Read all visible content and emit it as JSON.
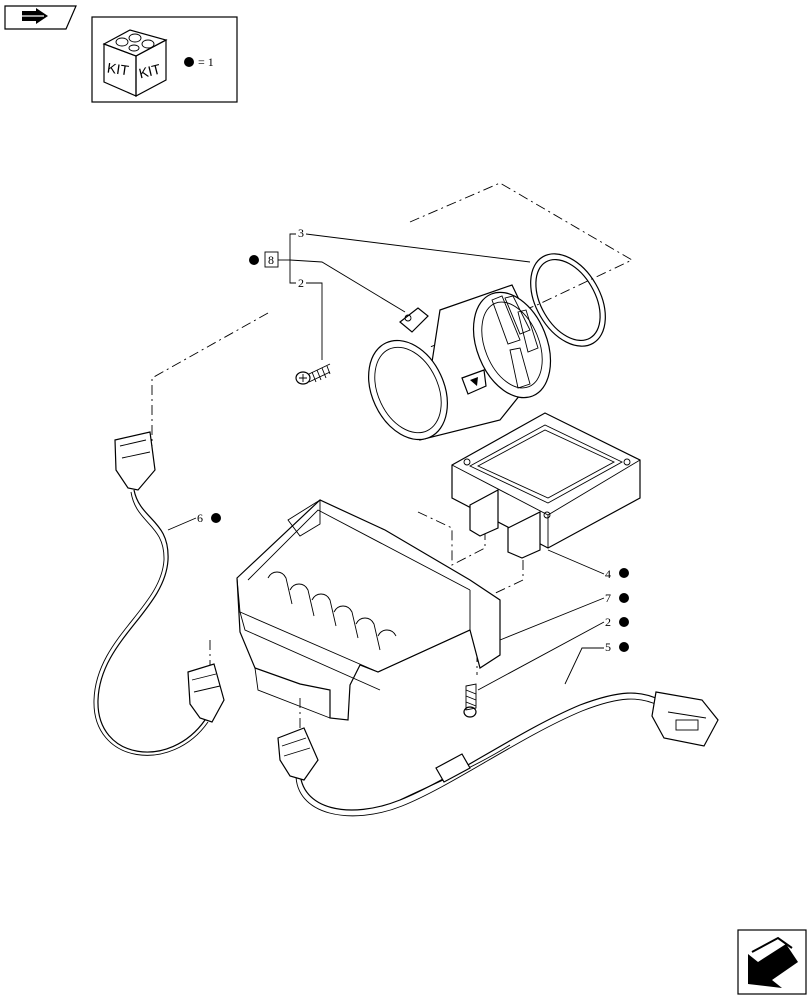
{
  "kit_legend": {
    "kit_label_left": "KIT",
    "kit_label_right": "KIT",
    "equals_text": "= 1"
  },
  "callouts": {
    "item_3": "3",
    "item_8": "8",
    "item_2_top": "2",
    "item_6": "6",
    "item_4": "4",
    "item_7": "7",
    "item_2_bottom": "2",
    "item_5": "5"
  },
  "icons": {
    "top_left": "folder-arrow-icon",
    "bottom_right": "next-page-arrow-icon"
  }
}
